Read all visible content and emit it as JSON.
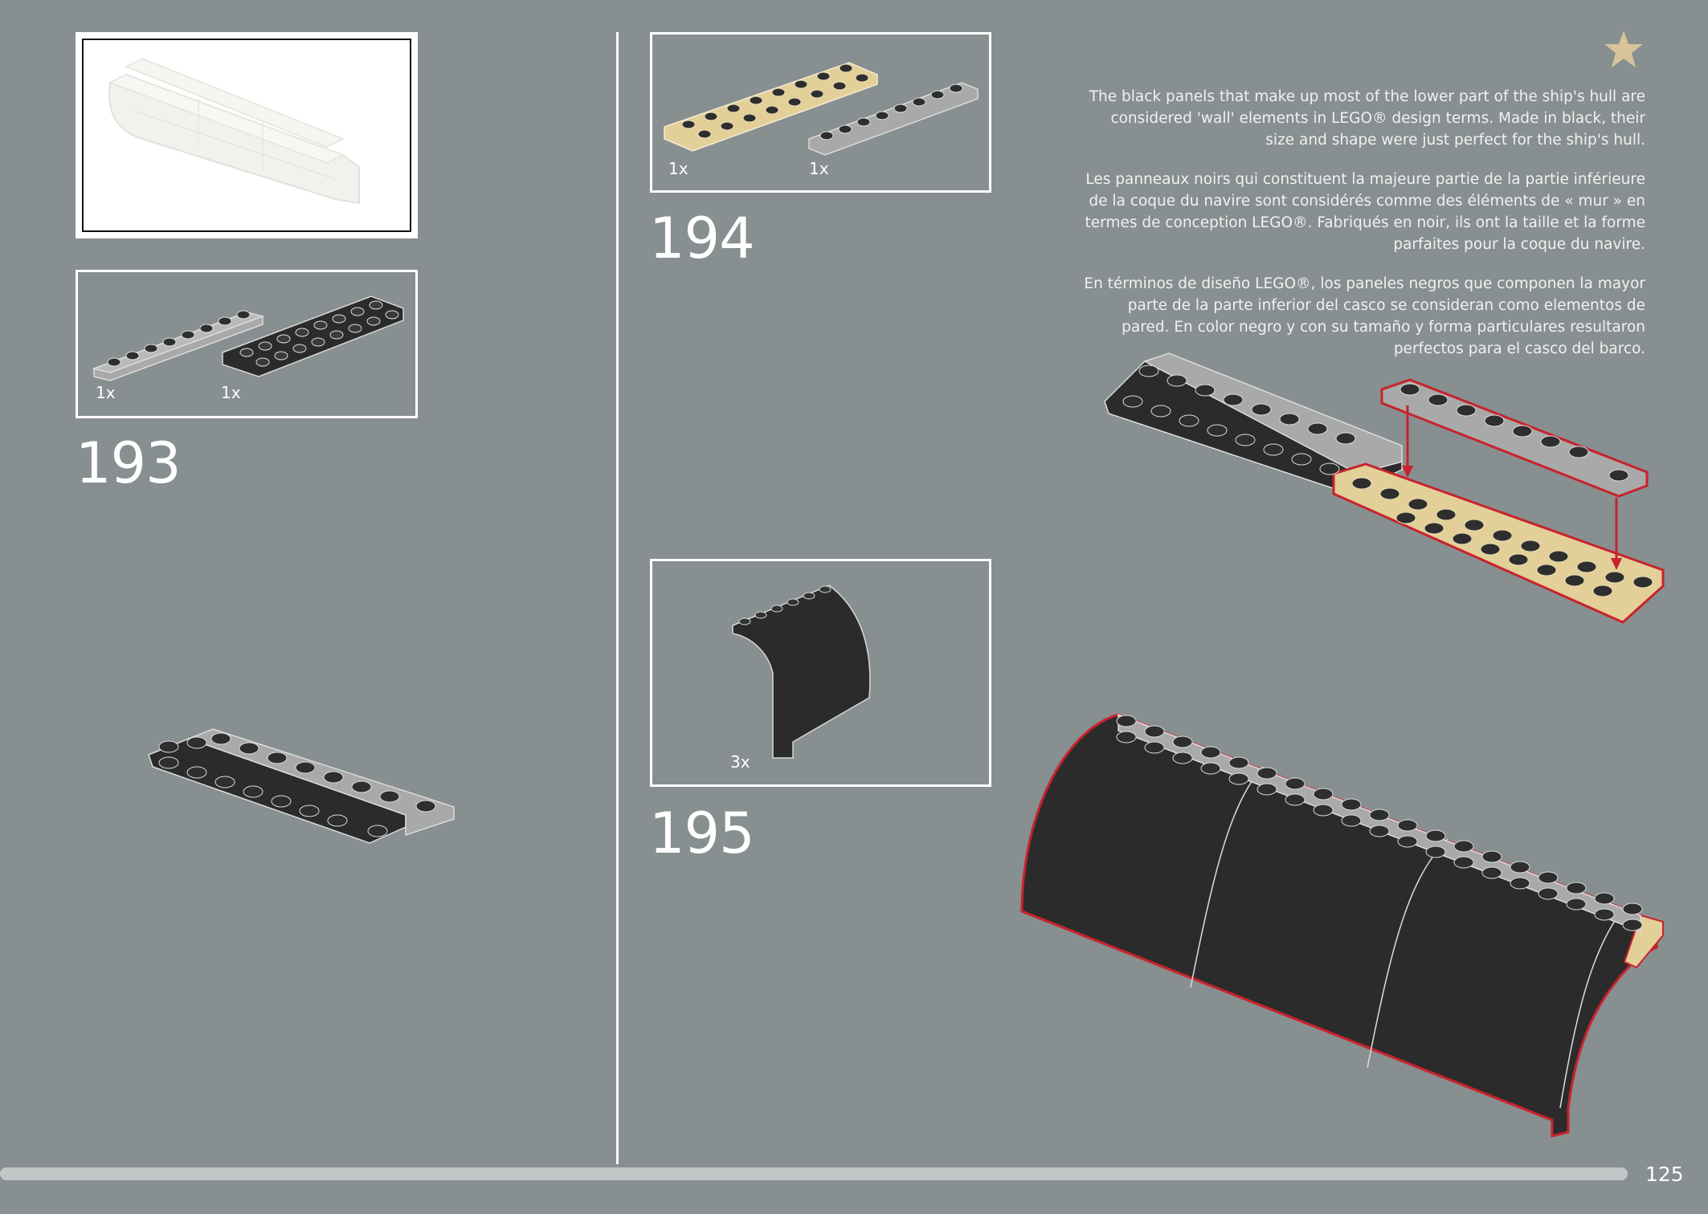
{
  "steps": [
    {
      "number": "193",
      "parts": [
        {
          "qty": "1x",
          "part": "light-gray-plate-1x8"
        },
        {
          "qty": "1x",
          "part": "black-plate-2x8"
        }
      ]
    },
    {
      "number": "194",
      "parts": [
        {
          "qty": "1x",
          "part": "tan-plate-2x8"
        },
        {
          "qty": "1x",
          "part": "light-gray-plate-1x8"
        }
      ]
    },
    {
      "number": "195",
      "parts": [
        {
          "qty": "3x",
          "part": "black-curved-wall-panel"
        }
      ]
    }
  ],
  "text": {
    "en": "The black panels that make up most of the lower part of the ship's hull are considered 'wall' elements in LEGO® design terms. Made in black, their size and shape were just perfect for the ship's hull.",
    "fr": "Les panneaux noirs qui constituent la majeure partie de la partie inférieure de la coque du navire sont considérés comme des éléments de « mur » en termes de conception LEGO®. Fabriqués en noir, ils ont la taille et la forme parfaites pour la coque du navire.",
    "es": "En términos de diseño LEGO®, los paneles negros que componen la mayor parte de la parte inferior del casco se consideran como elementos de pared. En color negro y con su tamaño y forma particulares resultaron perfectos para el casco del barco."
  },
  "page": {
    "number": "125"
  },
  "colors": {
    "background": "#878f90",
    "star": "#d8c39a",
    "highlight": "#c8232c",
    "tan": "#e3cf98",
    "black_part": "#2b2b2b",
    "gray_part": "#a8a9a9"
  }
}
